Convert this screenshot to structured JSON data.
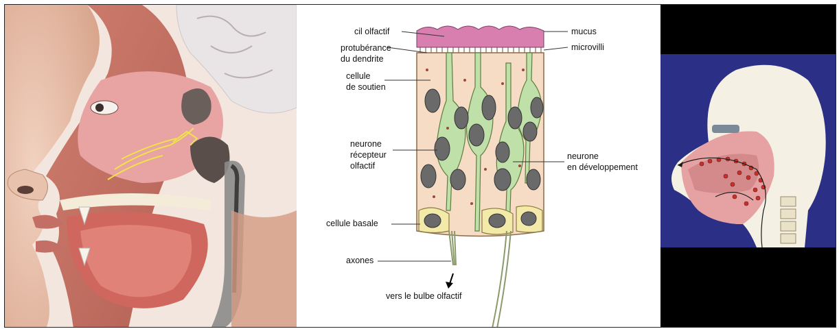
{
  "labels": {
    "cil_olfactif": "cil olfactif",
    "protuberance_line1": "protubérance",
    "protuberance_line2": "du dendrite",
    "cellule_soutien_line1": "cellule",
    "cellule_soutien_line2": "de soutien",
    "neurone_recepteur_line1": "neurone",
    "neurone_recepteur_line2": "récepteur",
    "neurone_recepteur_line3": "olfactif",
    "cellule_basale": "cellule basale",
    "axones": "axones",
    "vers_bulbe": "vers le bulbe olfactif",
    "mucus": "mucus",
    "microvilli": "microvilli",
    "neurone_dev_line1": "neurone",
    "neurone_dev_line2": "en développement"
  },
  "colors": {
    "mucus": "#d97fb0",
    "support_cell": "#f6dcc4",
    "receptor_neuron": "#bfe0a8",
    "basal_cell": "#f3e9a8",
    "nucleus": "#6a6a6a",
    "tissue_outline": "#8a6a4a",
    "nasal_bg": "#2b2f86"
  }
}
